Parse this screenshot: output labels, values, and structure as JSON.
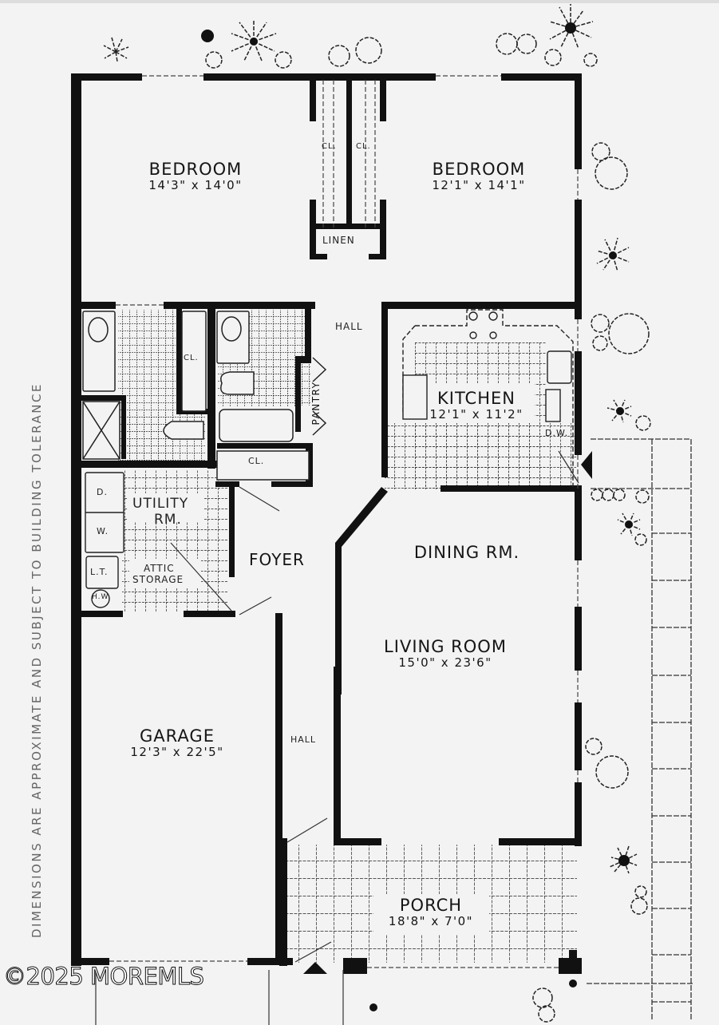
{
  "plan": {
    "rooms": [
      {
        "id": "bedroom-1",
        "name": "BEDROOM",
        "dimensions": "14'3\" x 14'0\""
      },
      {
        "id": "bedroom-2",
        "name": "BEDROOM",
        "dimensions": "12'1\" x 14'1\""
      },
      {
        "id": "kitchen",
        "name": "KITCHEN",
        "dimensions": "12'1\" x 11'2\""
      },
      {
        "id": "dining-room",
        "name": "DINING RM.",
        "dimensions": ""
      },
      {
        "id": "living-room",
        "name": "LIVING ROOM",
        "dimensions": "15'0\" x 23'6\""
      },
      {
        "id": "garage",
        "name": "GARAGE",
        "dimensions": "12'3\" x 22'5\""
      },
      {
        "id": "porch",
        "name": "PORCH",
        "dimensions": "18'8\" x 7'0\""
      },
      {
        "id": "foyer",
        "name": "FOYER",
        "dimensions": ""
      },
      {
        "id": "utility-room",
        "name": "UTILITY RM.",
        "dimensions": ""
      }
    ],
    "small_labels": {
      "closet_1": "CL.",
      "closet_2": "CL.",
      "linen": "LINEN",
      "hall_upper": "HALL",
      "bath_closet": "CL.",
      "hall_closet": "CL.",
      "pantry": "PANTRY",
      "dishwasher": "D.W.",
      "dryer": "D.",
      "washer": "W.",
      "laundry_tub": "L.T.",
      "water_heater": "H.W.",
      "utility_line1": "UTILITY",
      "utility_line2": "RM.",
      "attic_line1": "ATTIC",
      "attic_line2": "STORAGE",
      "hall_lower": "HALL"
    },
    "disclaimer": "DIMENSIONS ARE APPROXIMATE AND SUBJECT TO BUILDING TOLERANCE",
    "watermark": "©2025 MOREMLS"
  }
}
